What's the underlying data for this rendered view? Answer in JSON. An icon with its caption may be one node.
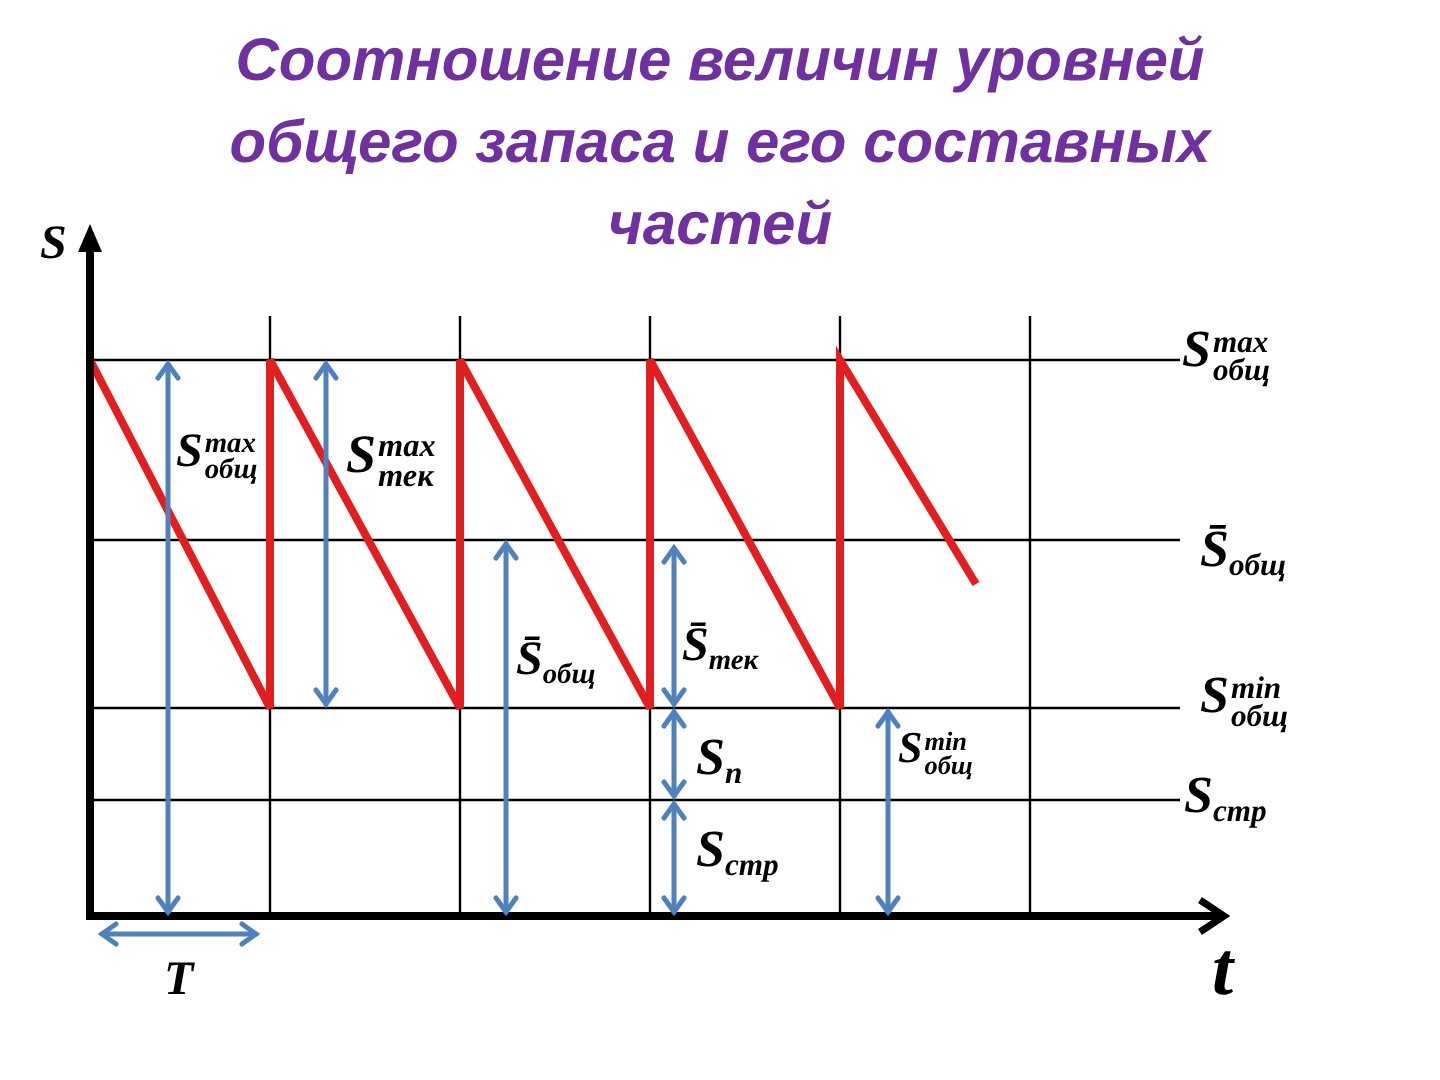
{
  "diagram": {
    "title": "Соотношение величин уровней общего запаса и его составных частей",
    "labels": [
      "S",
      "S$^{max}$$_{общ}$",
      "S$^{max}$$_{общ}$",
      "S$^{max}$$_{тек}$",
      "S̄$_{общ}$",
      "S̄$_{общ}$",
      "S̄$_{тек}$",
      "S$^{min}$$_{общ}$",
      "S$_{п}$",
      "S$^{min}$$_{общ}$",
      "S$_{стр}$",
      "S$_{стр}$",
      "T",
      "t"
    ]
  }
}
